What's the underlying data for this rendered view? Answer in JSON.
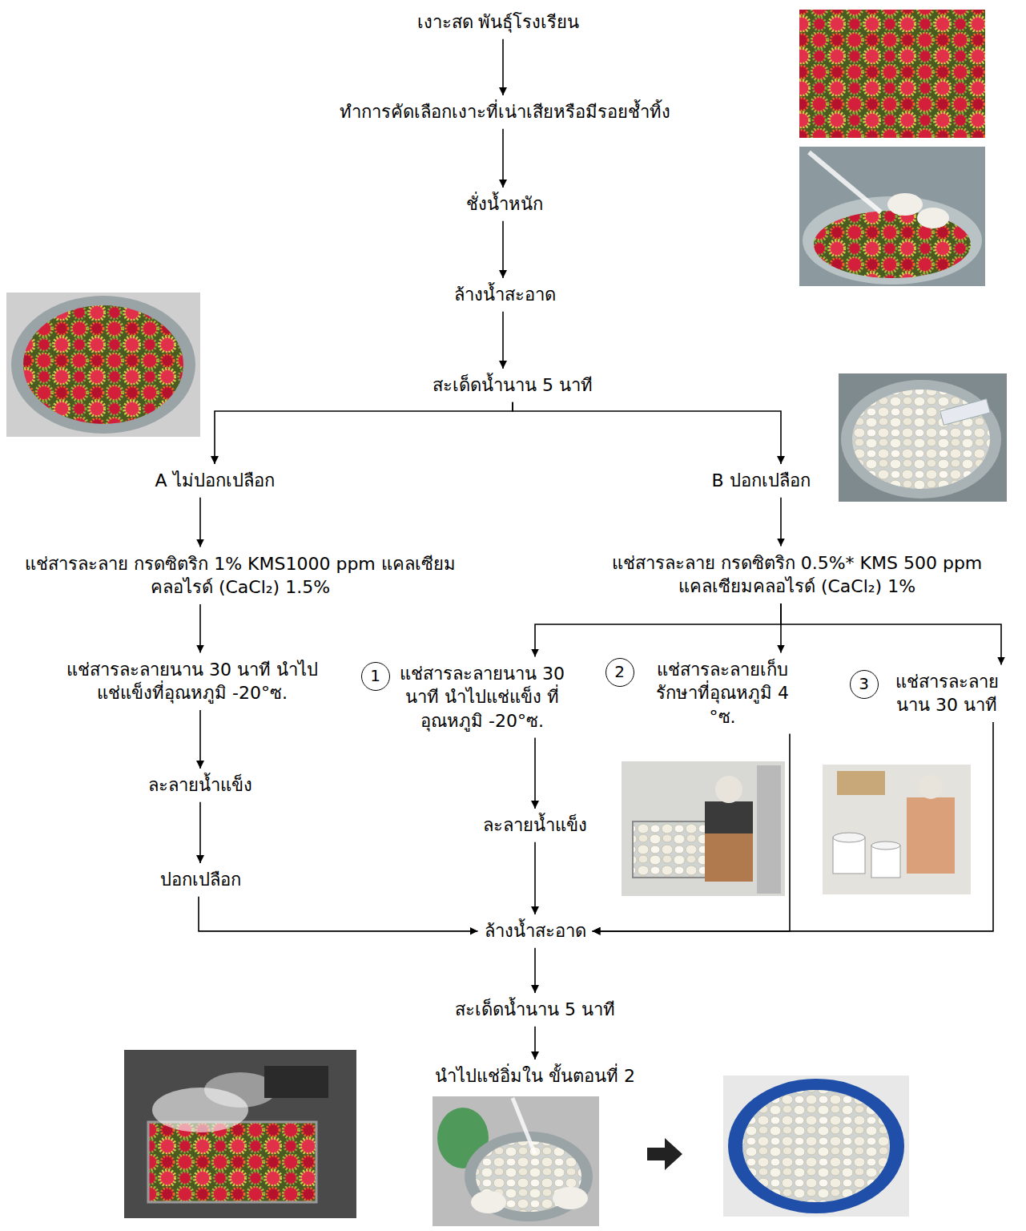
{
  "diagram": {
    "nodes": [
      {
        "text": [
          "เงาะสด พันธุ์โรงเรียน"
        ]
      },
      {
        "text": [
          "ทำการคัดเลือกเงาะที่เน่าเสียหรือมีรอยช้ำทิ้ง"
        ]
      },
      {
        "text": [
          "ชั่งน้ำหนัก"
        ]
      },
      {
        "text": [
          "ล้างน้ำสะอาด"
        ]
      },
      {
        "text": [
          "สะเด็ดน้ำนาน 5 นาที"
        ]
      },
      {
        "text": [
          "A ไม่ปอกเปลือก"
        ]
      },
      {
        "text": [
          "B ปอกเปลือก"
        ]
      },
      {
        "text": [
          "แช่สารละลาย กรดซิตริก 1% KMS1000 ppm แคลเซียมคลอไรด์ (CaCl₂) 1.5%"
        ]
      },
      {
        "text": [
          "แช่สารละลาย กรดซิตริก 0.5%* KMS 500 ppm แคลเซียมคลอไรด์ (CaCl₂) 1%"
        ]
      },
      {
        "text": [
          "แช่สารละลายนาน 30 นาที นำไปแช่แข็งที่อุณหภูมิ -20°ซ."
        ]
      },
      {
        "text": [
          "ละลายน้ำแข็ง"
        ]
      },
      {
        "text": [
          "ปอกเปลือก"
        ]
      },
      {
        "text": [
          "1",
          "แช่สารละลายนาน 30 นาที นำไปแช่แข็ง ที่อุณหภูมิ -20°ซ."
        ]
      },
      {
        "text": [
          "2",
          "แช่สารละลายเก็บ รักษาที่อุณหภูมิ 4 °ซ."
        ]
      },
      {
        "text": [
          "3",
          "แช่สารละลาย นาน 30 นาที"
        ]
      },
      {
        "text": [
          "ละลายน้ำแข็ง"
        ]
      },
      {
        "text": [
          "ล้างน้ำสะอาด"
        ]
      },
      {
        "text": [
          "สะเด็ดน้ำนาน 5 นาที"
        ]
      },
      {
        "text": [
          "นำไปแช่อิ่มใน ขั้นตอนที่ 2"
        ]
      }
    ],
    "edges": [
      {
        "from": 0,
        "to": 1,
        "arrow": "to"
      },
      {
        "from": 1,
        "to": 2,
        "arrow": "to"
      },
      {
        "from": 2,
        "to": 3,
        "arrow": "to"
      },
      {
        "from": 3,
        "to": 4,
        "arrow": "to"
      },
      {
        "from": 4,
        "to": 5,
        "arrow": "to"
      },
      {
        "from": 4,
        "to": 6,
        "arrow": "to"
      },
      {
        "from": 5,
        "to": 7,
        "arrow": "to"
      },
      {
        "from": 7,
        "to": 9,
        "arrow": "to"
      },
      {
        "from": 9,
        "to": 10,
        "arrow": "to"
      },
      {
        "from": 10,
        "to": 11,
        "arrow": "to"
      },
      {
        "from": 11,
        "to": 16,
        "arrow": "to"
      },
      {
        "from": 6,
        "to": 8,
        "arrow": "to"
      },
      {
        "from": 8,
        "to": 12,
        "arrow": "to"
      },
      {
        "from": 8,
        "to": 13,
        "arrow": "to"
      },
      {
        "from": 8,
        "to": 14,
        "arrow": "to"
      },
      {
        "from": 12,
        "to": 15,
        "arrow": "to"
      },
      {
        "from": 15,
        "to": 16,
        "arrow": "to"
      },
      {
        "from": 13,
        "to": 16,
        "arrow": "to"
      },
      {
        "from": 14,
        "to": 16,
        "arrow": "to"
      },
      {
        "from": 16,
        "to": 17,
        "arrow": "to"
      },
      {
        "from": 17,
        "to": 18,
        "arrow": "to"
      }
    ]
  }
}
